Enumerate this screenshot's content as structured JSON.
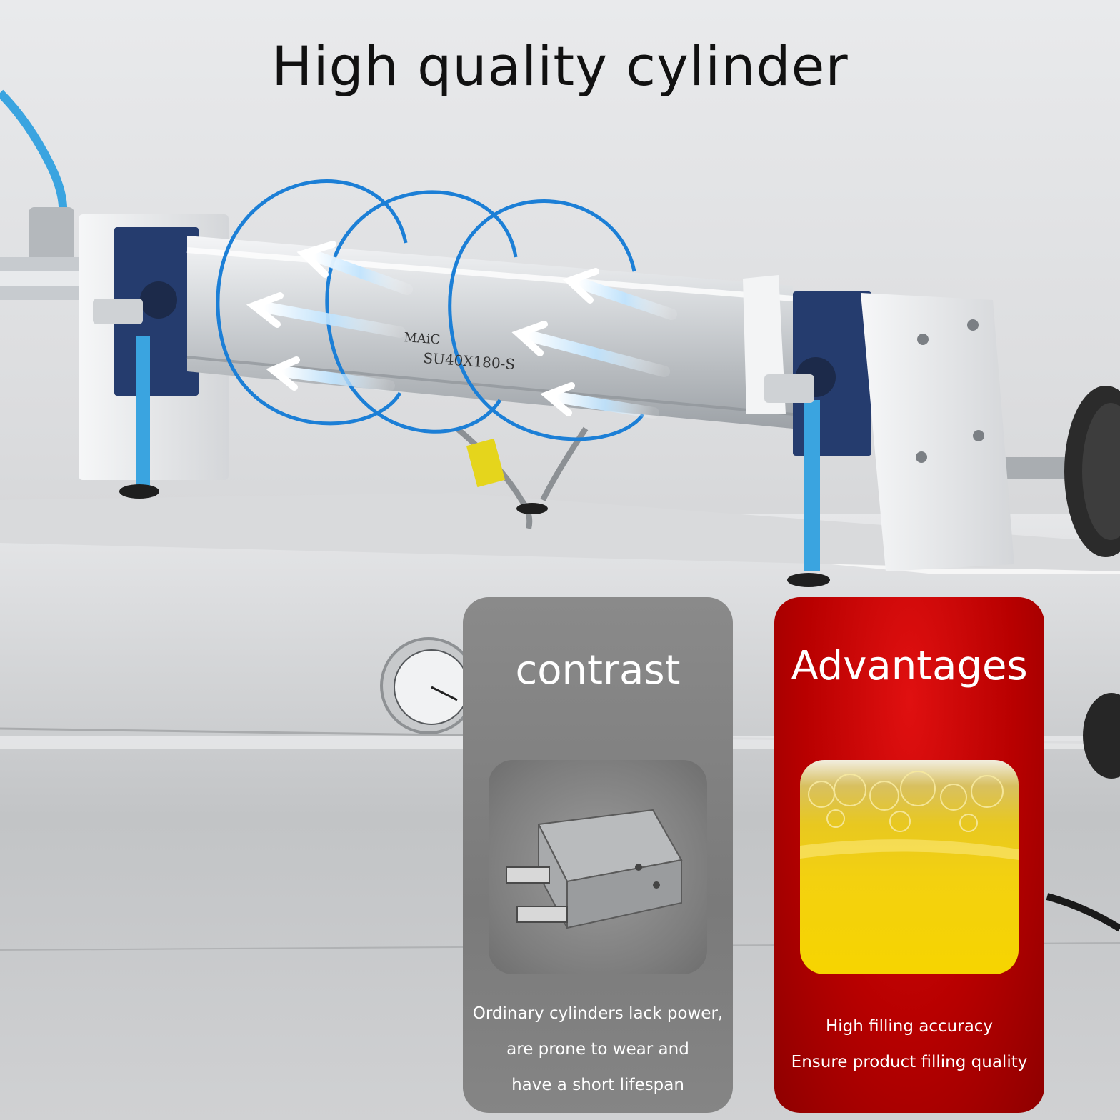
{
  "title": "High quality cylinder",
  "cylinder_label": {
    "brand": "MAiC",
    "model": "SU40X180-S"
  },
  "cards": {
    "contrast": {
      "heading": "contrast",
      "lines": [
        "Ordinary cylinders lack power,",
        "are prone to wear and",
        "have a short lifespan"
      ]
    },
    "advantages": {
      "heading": "Advantages",
      "lines": [
        "High filling accuracy",
        "Ensure product filling quality"
      ]
    }
  },
  "colors": {
    "accent_blue": "#1c7fd6",
    "advantage_red": "#c40000",
    "contrast_gray": "#808080",
    "oil_yellow": "#f3d110"
  }
}
